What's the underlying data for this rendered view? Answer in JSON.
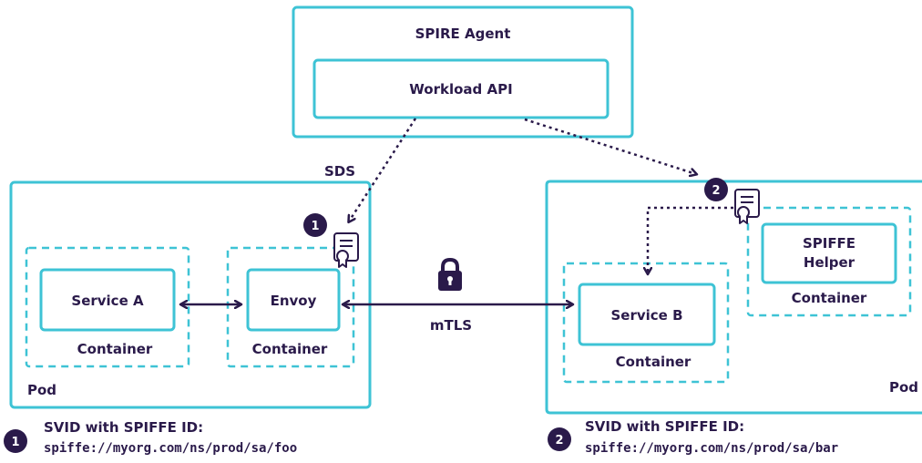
{
  "spire_agent": {
    "title": "SPIRE Agent",
    "api": "Workload API"
  },
  "sds_label": "SDS",
  "mtls_label": "mTLS",
  "pod_left": {
    "label": "Pod",
    "badge": "1",
    "service": {
      "name": "Service A",
      "container": "Container"
    },
    "envoy": {
      "name": "Envoy",
      "container": "Container"
    }
  },
  "pod_right": {
    "label": "Pod",
    "badge": "2",
    "service": {
      "name": "Service B",
      "container": "Container"
    },
    "helper": {
      "name_line1": "SPIFFE",
      "name_line2": "Helper",
      "container": "Container"
    }
  },
  "legend": [
    {
      "badge": "1",
      "line1": "SVID with SPIFFE ID:",
      "line2": "spiffe://myorg.com/ns/prod/sa/foo"
    },
    {
      "badge": "2",
      "line1": "SVID with SPIFFE ID:",
      "line2": "spiffe://myorg.com/ns/prod/sa/bar"
    }
  ],
  "icons": {
    "certificate": "certificate-icon",
    "lock": "lock-icon",
    "badge": "number-badge-icon"
  },
  "colors": {
    "accent_cyan": "#3ec3d5",
    "ink": "#2a1a4a"
  }
}
